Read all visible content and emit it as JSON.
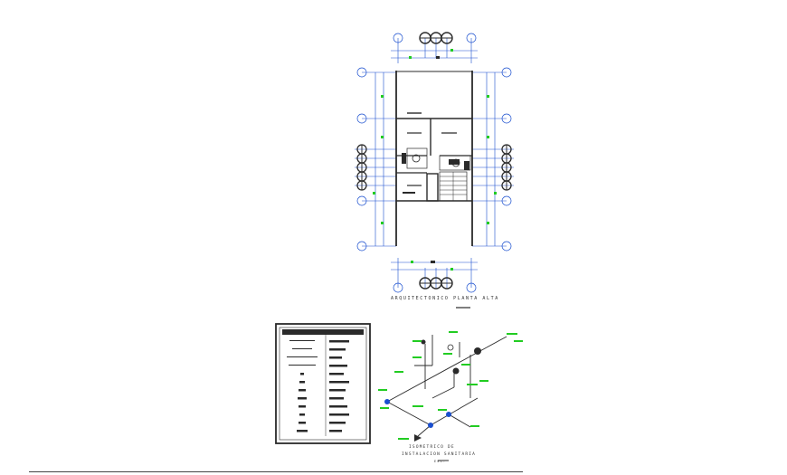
{
  "drawing": {
    "plan_title": "ARQUITECTONICO PLANTA ALTA",
    "iso_title_line1": "ISOMETRICO DE",
    "iso_title_line2": "INSTALACION SANITARIA",
    "iso_title_line3": "ESC."
  },
  "colors": {
    "line": "#2a2a2a",
    "dim": "#1a4fcf",
    "green": "#22cc22",
    "bg": "#ffffff"
  },
  "legend_rows": 12
}
